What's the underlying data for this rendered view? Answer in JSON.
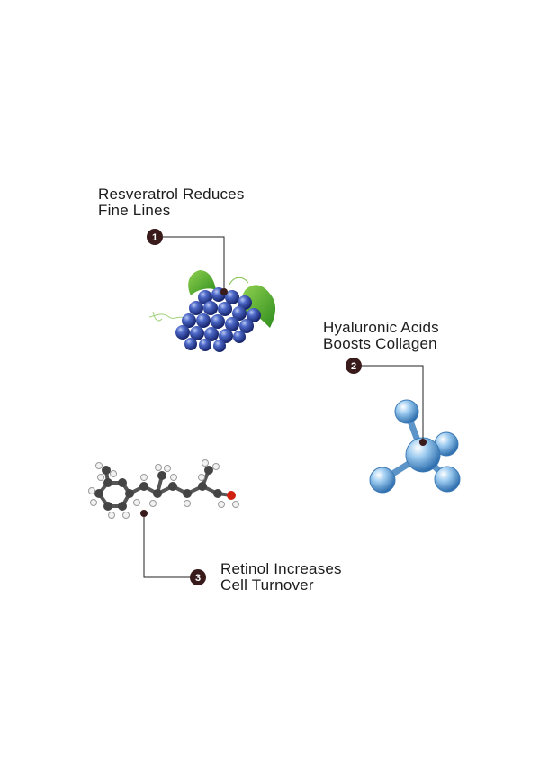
{
  "callouts": [
    {
      "number": "1",
      "line1": "Resveratrol Reduces",
      "line2": "Fine Lines",
      "image": "grapes-illustration"
    },
    {
      "number": "2",
      "line1": "Hyaluronic Acids",
      "line2": "Boosts Collagen",
      "image": "molecule-illustration"
    },
    {
      "number": "3",
      "line1": "Retinol Increases",
      "line2": "Cell Turnover",
      "image": "retinol-molecule-illustration"
    }
  ],
  "colors": {
    "badge": "#3a1b1b",
    "line": "#222222",
    "grape": "#3a55b0",
    "leaf": "#4fae2e",
    "molecule": "#7fb8e6"
  }
}
